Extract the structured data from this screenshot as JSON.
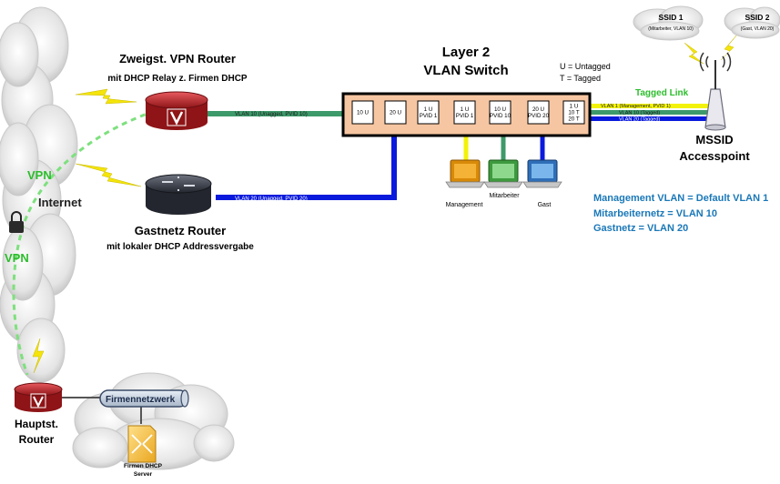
{
  "zweig_router": {
    "title": "Zweigst. VPN Router",
    "subtitle": "mit DHCP Relay z. Firmen DHCP"
  },
  "gast_router": {
    "title": "Gastnetz Router",
    "subtitle": "mit lokaler DHCP Addressvergabe"
  },
  "haupt_router": {
    "line1": "Hauptst.",
    "line2": "Router"
  },
  "internet_label": "Internet",
  "vpn_label_upper": "VPN",
  "vpn_label_lower": "VPN",
  "switch": {
    "title_line1": "Layer 2",
    "title_line2": "VLAN Switch",
    "legend_u": "U = Untagged",
    "legend_t": "T = Tagged",
    "ports": [
      {
        "l1": "10 U",
        "l2": "",
        "l3": ""
      },
      {
        "l1": "20 U",
        "l2": "",
        "l3": ""
      },
      {
        "l1": "1 U",
        "l2": "PVID 1",
        "l3": ""
      },
      {
        "l1": "1 U",
        "l2": "PVID 1",
        "l3": ""
      },
      {
        "l1": "10 U",
        "l2": "PVID 10",
        "l3": ""
      },
      {
        "l1": "20 U",
        "l2": "PVID 20",
        "l3": ""
      },
      {
        "l1": "1 U",
        "l2": "10 T",
        "l3": "20 T"
      }
    ]
  },
  "links": {
    "vlan10": "VLAN 10 (Unagged, PVID 10)",
    "vlan20": "VLAN 20 (Unagged, PVID 20)",
    "tagged_link": "Tagged Link",
    "trunk_vlan1": "VLAN 1 (Management, PVID 1)",
    "trunk_vlan10": "VLAN 10 (Tagged)",
    "trunk_vlan20": "VLAN 20 (Tagged)"
  },
  "clients": {
    "management": "Management",
    "mitarbeiter": "Mitarbeiter",
    "gast": "Gast"
  },
  "ap": {
    "line1": "MSSID",
    "line2": "Accesspoint",
    "ssid1_title": "SSID 1",
    "ssid1_sub": "(Mitarbeiter, VLAN 10)",
    "ssid2_title": "SSID 2",
    "ssid2_sub": "(Gast, VLAN 20)"
  },
  "info": {
    "line1": "Management VLAN = Default VLAN 1",
    "line2": "Mitarbeiternetz = VLAN 10",
    "line3": "Gastnetz = VLAN 20"
  },
  "firmennetz": {
    "label": "Firmennetzwerk",
    "server_line1": "Firmen DHCP",
    "server_line2": "Server"
  },
  "colors": {
    "vlan1": "#f2f20a",
    "vlan10": "#3d9a6a",
    "vlan20": "#0a1adc",
    "switch_body": "#f6c6a2",
    "vpn_green": "#2cbd2c",
    "info_blue": "#1a78b8",
    "router_red": "#c0282c",
    "router_dark": "#3a3e4a"
  }
}
